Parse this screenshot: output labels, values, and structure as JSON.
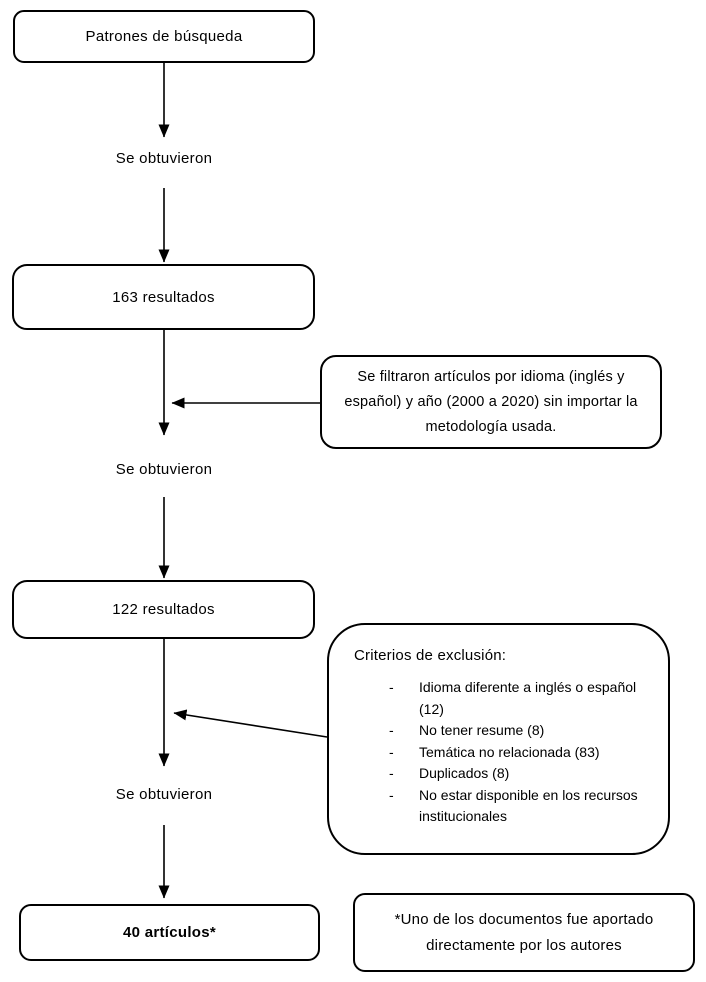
{
  "flow": {
    "box_search_patterns": "Patrones de búsqueda",
    "obtained_labels": [
      "Se obtuvieron",
      "Se obtuvieron",
      "Se obtuvieron"
    ],
    "box_results_163": "163 resultados",
    "box_results_122": "122 resultados",
    "box_final_articles": "40 artículos*"
  },
  "filter_note": {
    "lines": [
      "Se filtraron artículos por idioma (inglés y",
      "español) y año (2000 a 2020) sin importar la",
      "metodología usada."
    ]
  },
  "exclusion": {
    "title": "Criterios de exclusión:",
    "bullet": "-",
    "items": [
      "Idioma diferente a inglés o español (12)",
      "No tener resume (8)",
      "Temática no relacionada (83)",
      "Duplicados (8)",
      "No estar disponible en los recursos institucionales"
    ]
  },
  "footnote": {
    "lines": [
      "*Uno de los documentos fue aportado",
      "directamente por los autores"
    ]
  },
  "colors": {
    "stroke": "#000000",
    "background": "#ffffff"
  }
}
